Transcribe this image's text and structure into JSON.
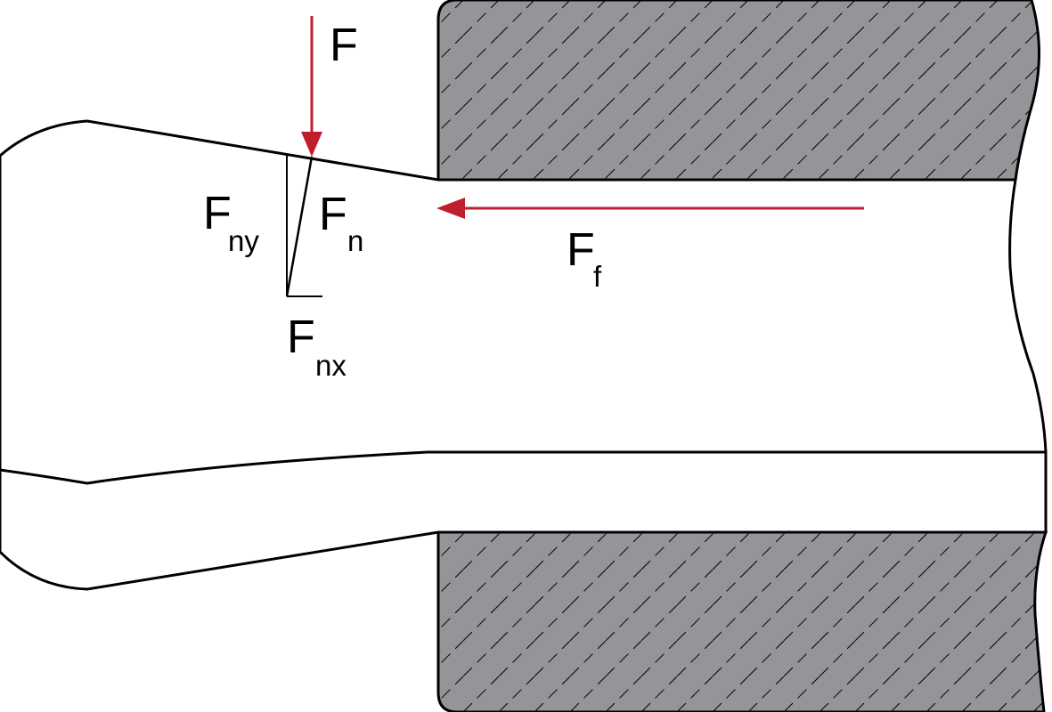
{
  "colors": {
    "die_fill": "#939598",
    "outline": "#000000",
    "force_arrow": "#be1e2d",
    "background": "#ffffff"
  },
  "labels": {
    "applied_force": {
      "main": "F",
      "sub": ""
    },
    "normal_force": {
      "main": "F",
      "sub": "n"
    },
    "normal_force_y": {
      "main": "F",
      "sub": "ny"
    },
    "normal_force_x": {
      "main": "F",
      "sub": "nx"
    },
    "friction_force": {
      "main": "F",
      "sub": "f"
    }
  }
}
